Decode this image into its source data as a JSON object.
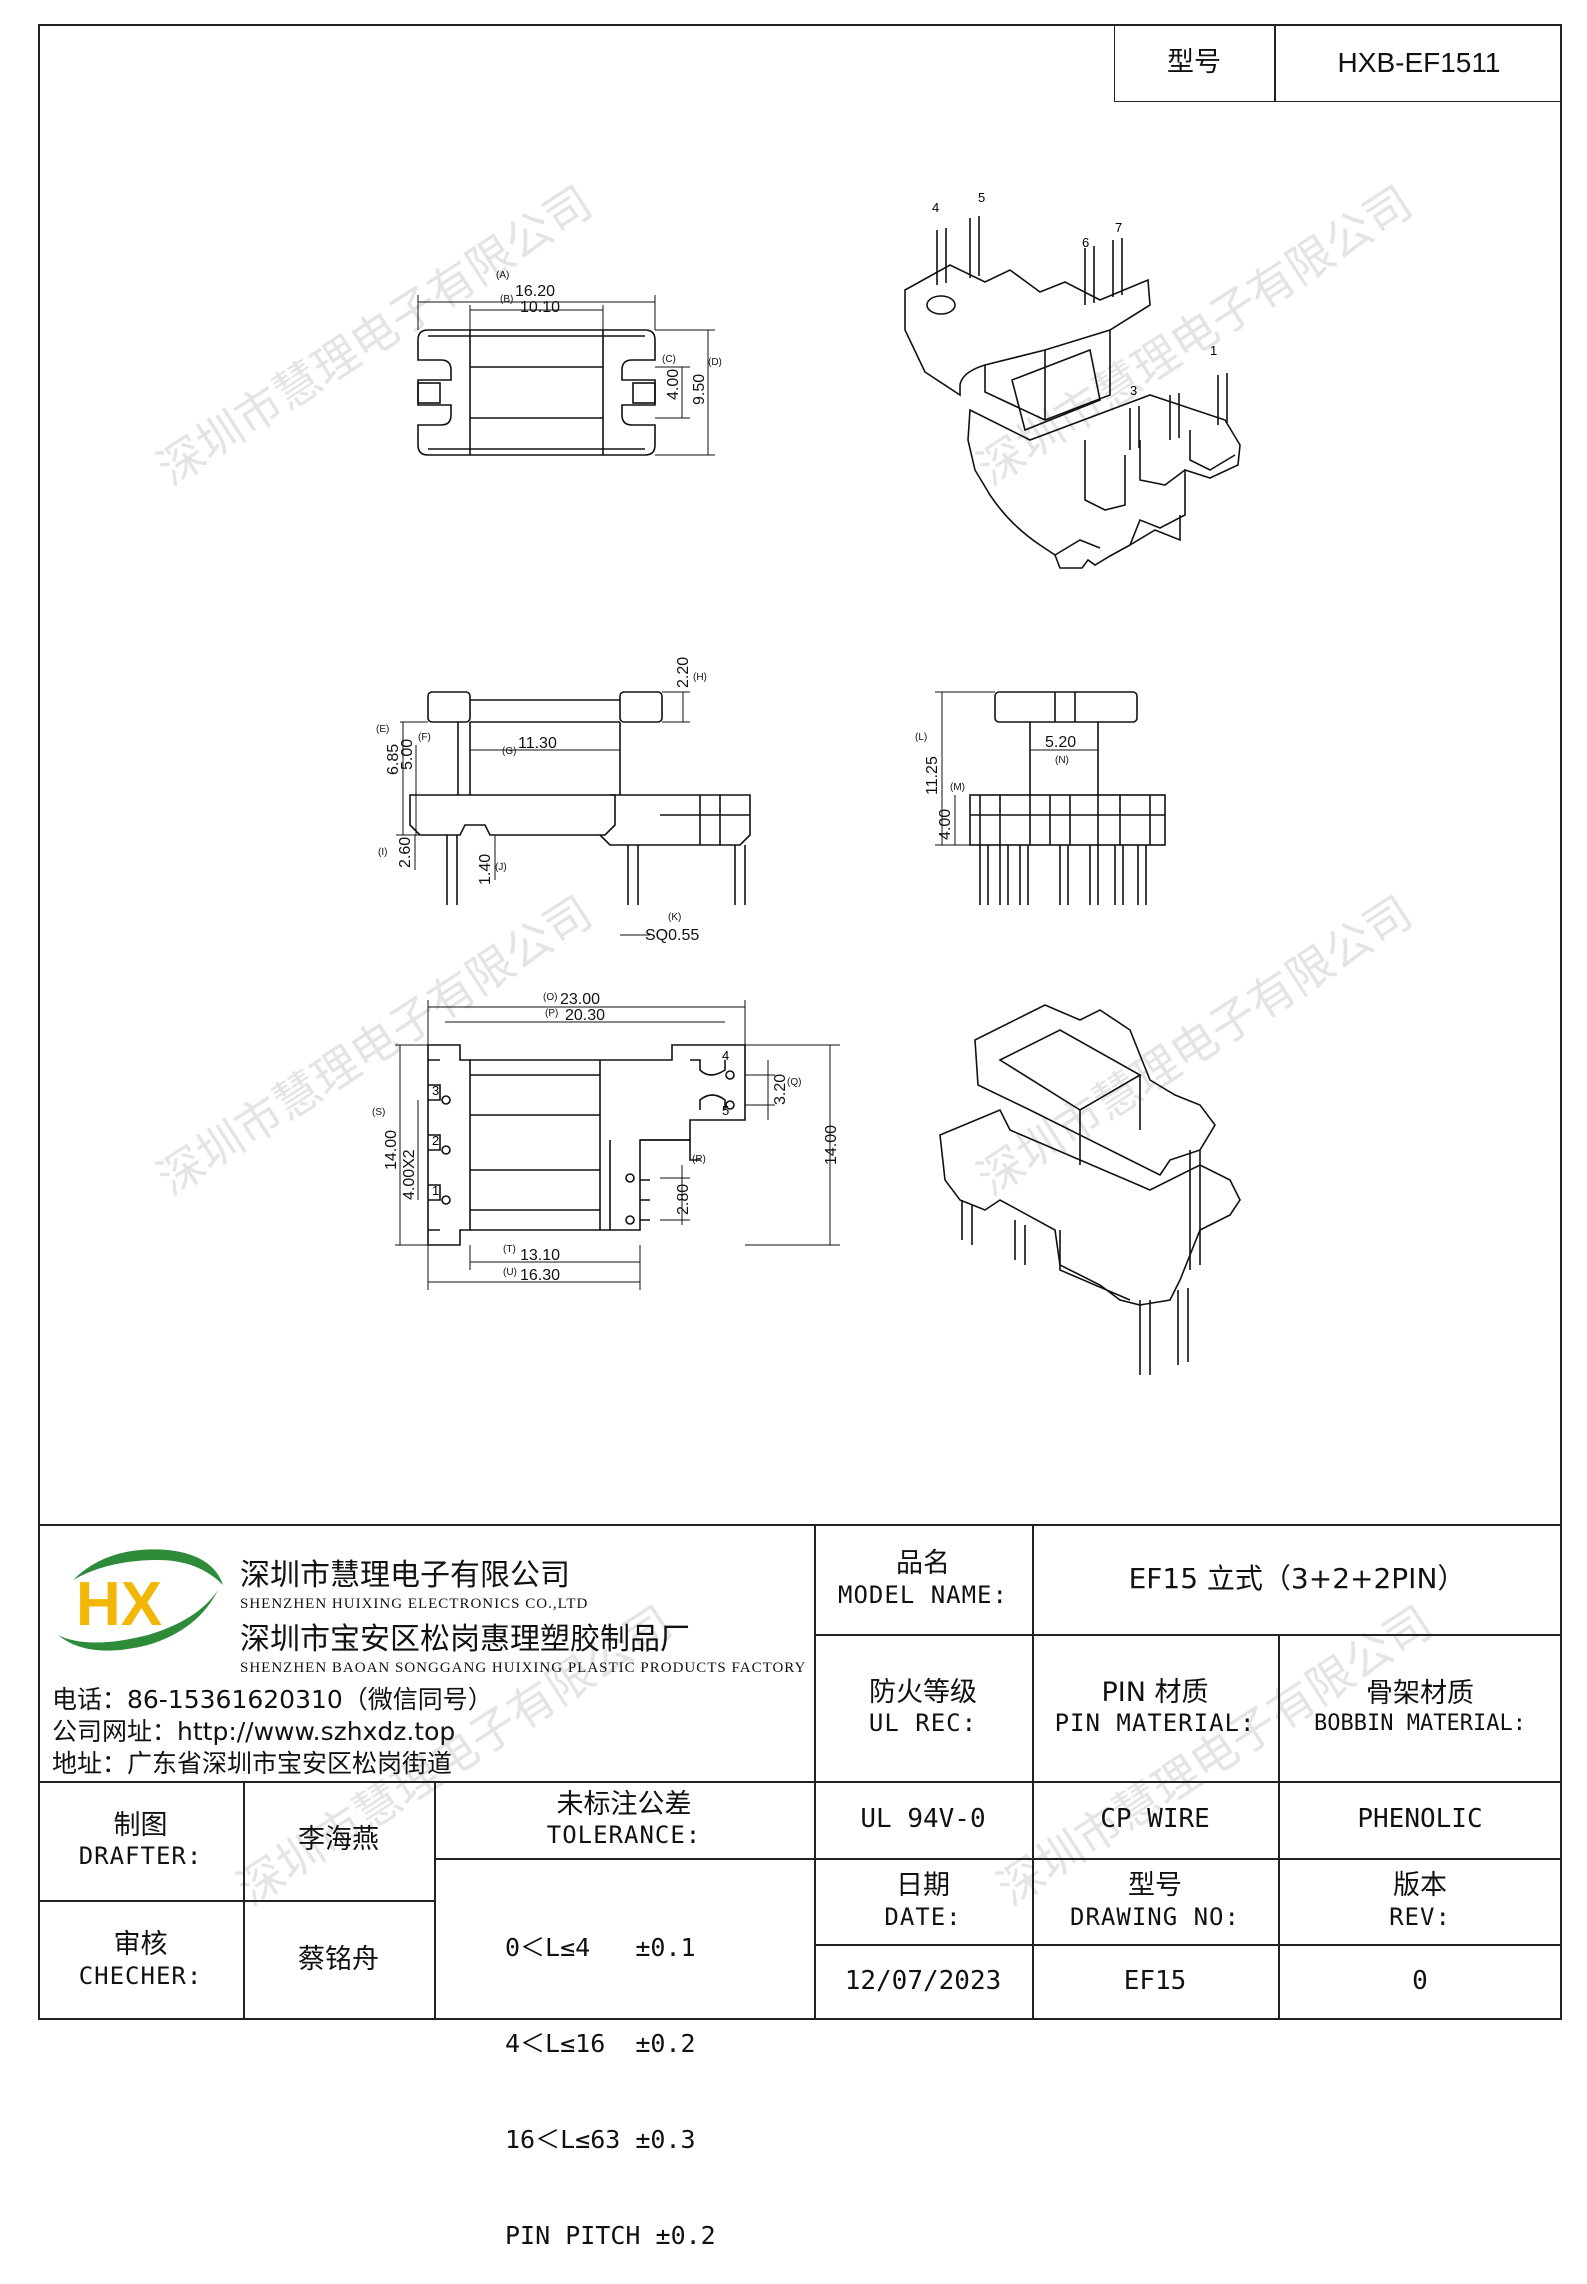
{
  "header": {
    "model_label": "型号",
    "model_value": "HXB-EF1511"
  },
  "watermark": "深圳市慧理电子有限公司",
  "drawing": {
    "view1": {
      "A": "16.20",
      "B": "10.10",
      "C": "4.00",
      "D": "9.50",
      "labels": [
        "(A)",
        "(B)",
        "(C)",
        "(D)"
      ]
    },
    "pins_top": [
      "4",
      "5",
      "6",
      "7",
      "1",
      "3"
    ],
    "view2": {
      "H": "2.20",
      "E": "6.85",
      "F": "5.00",
      "G": "11.30",
      "I": "2.60",
      "J": "1.40",
      "K": "SQ0.55",
      "labels": [
        "(H)",
        "(E)",
        "(F)",
        "(G)",
        "(I)",
        "(J)",
        "(K)"
      ]
    },
    "view3": {
      "L": "11.25",
      "N": "5.20",
      "M": "4.00",
      "labels": [
        "(L)",
        "(N)",
        "(M)"
      ]
    },
    "view4": {
      "O": "23.00",
      "P": "20.30",
      "Q": "3.20",
      "R": "2.80",
      "S": "14.00",
      "S2": "4.00X2",
      "right": "14.00",
      "T": "13.10",
      "U": "16.30",
      "labels": [
        "(O)",
        "(P)",
        "(Q)",
        "(R)",
        "(S)",
        "(T)",
        "(U)"
      ],
      "pin_nums": [
        "4",
        "5",
        "3",
        "2",
        "1"
      ]
    }
  },
  "company": {
    "name_cn": "深圳市慧理电子有限公司",
    "name_en": "SHENZHEN HUIXING ELECTRONICS CO.,LTD",
    "factory_cn": "深圳市宝安区松岗惠理塑胶制品厂",
    "factory_en": "SHENZHEN BAOAN SONGGANG HUIXING PLASTIC PRODUCTS FACTORY",
    "phone": "电话：86-15361620310（微信同号）",
    "website": "公司网址：http://www.szhxdz.top",
    "address": "地址：广东省深圳市宝安区松岗街道",
    "logo_text": "HX"
  },
  "table": {
    "product_name_cn": "品名",
    "product_name_en": "MODEL NAME:",
    "product_name_value": "EF15 立式（3+2+2PIN）",
    "ul_cn": "防火等级",
    "ul_en": "UL REC:",
    "pin_mat_cn": "PIN 材质",
    "pin_mat_en": "PIN MATERIAL:",
    "bobbin_cn": "骨架材质",
    "bobbin_en": "BOBBIN MATERIAL:",
    "drafter_cn": "制图",
    "drafter_en": "DRAFTER:",
    "drafter_name": "李海燕",
    "checker_cn": "审核",
    "checker_en": "CHECHER:",
    "checker_name": "蔡铭舟",
    "tolerance_cn": "未标注公差",
    "tolerance_en": "TOLERANCE:",
    "tolerances": [
      "0＜L≤4   ±0.1",
      "4＜L≤16  ±0.2",
      "16＜L≤63 ±0.3",
      "PIN PITCH ±0.2"
    ],
    "ul_value": "UL 94V-0",
    "pin_value": "CP WIRE",
    "bobbin_value": "PHENOLIC",
    "date_cn": "日期",
    "date_en": "DATE:",
    "drawing_no_cn": "型号",
    "drawing_no_en": "DRAWING NO:",
    "rev_cn": "版本",
    "rev_en": "REV:",
    "date_value": "12/07/2023",
    "drawing_no_value": "EF15",
    "rev_value": "0"
  }
}
